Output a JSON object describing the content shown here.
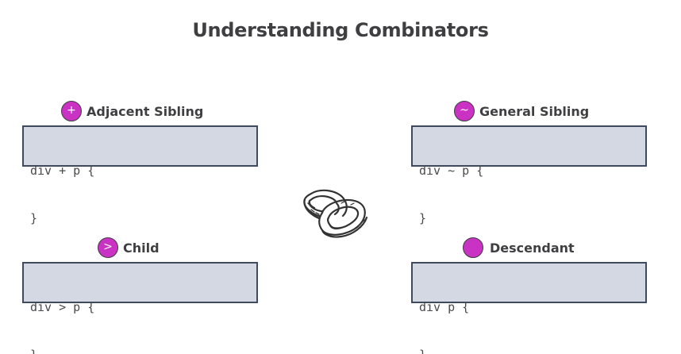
{
  "title": "Understanding Combinators",
  "colors": {
    "badge": "#c932c3",
    "code_bg": "#d3d8e3",
    "code_border": "#3f4a5c",
    "text": "#3f3f42"
  },
  "center_icon": "linked-rings-icon",
  "combinators": [
    {
      "symbol": "+",
      "label": "Adjacent Sibling",
      "code": [
        "div + p {",
        "}"
      ]
    },
    {
      "symbol": "~",
      "label": "General Sibling",
      "code": [
        "div ~ p {",
        "}"
      ]
    },
    {
      "symbol": ">",
      "label": "Child",
      "code": [
        "div > p {",
        "}"
      ]
    },
    {
      "symbol": "",
      "label": "Descendant",
      "code": [
        "div p {",
        "}"
      ]
    }
  ]
}
